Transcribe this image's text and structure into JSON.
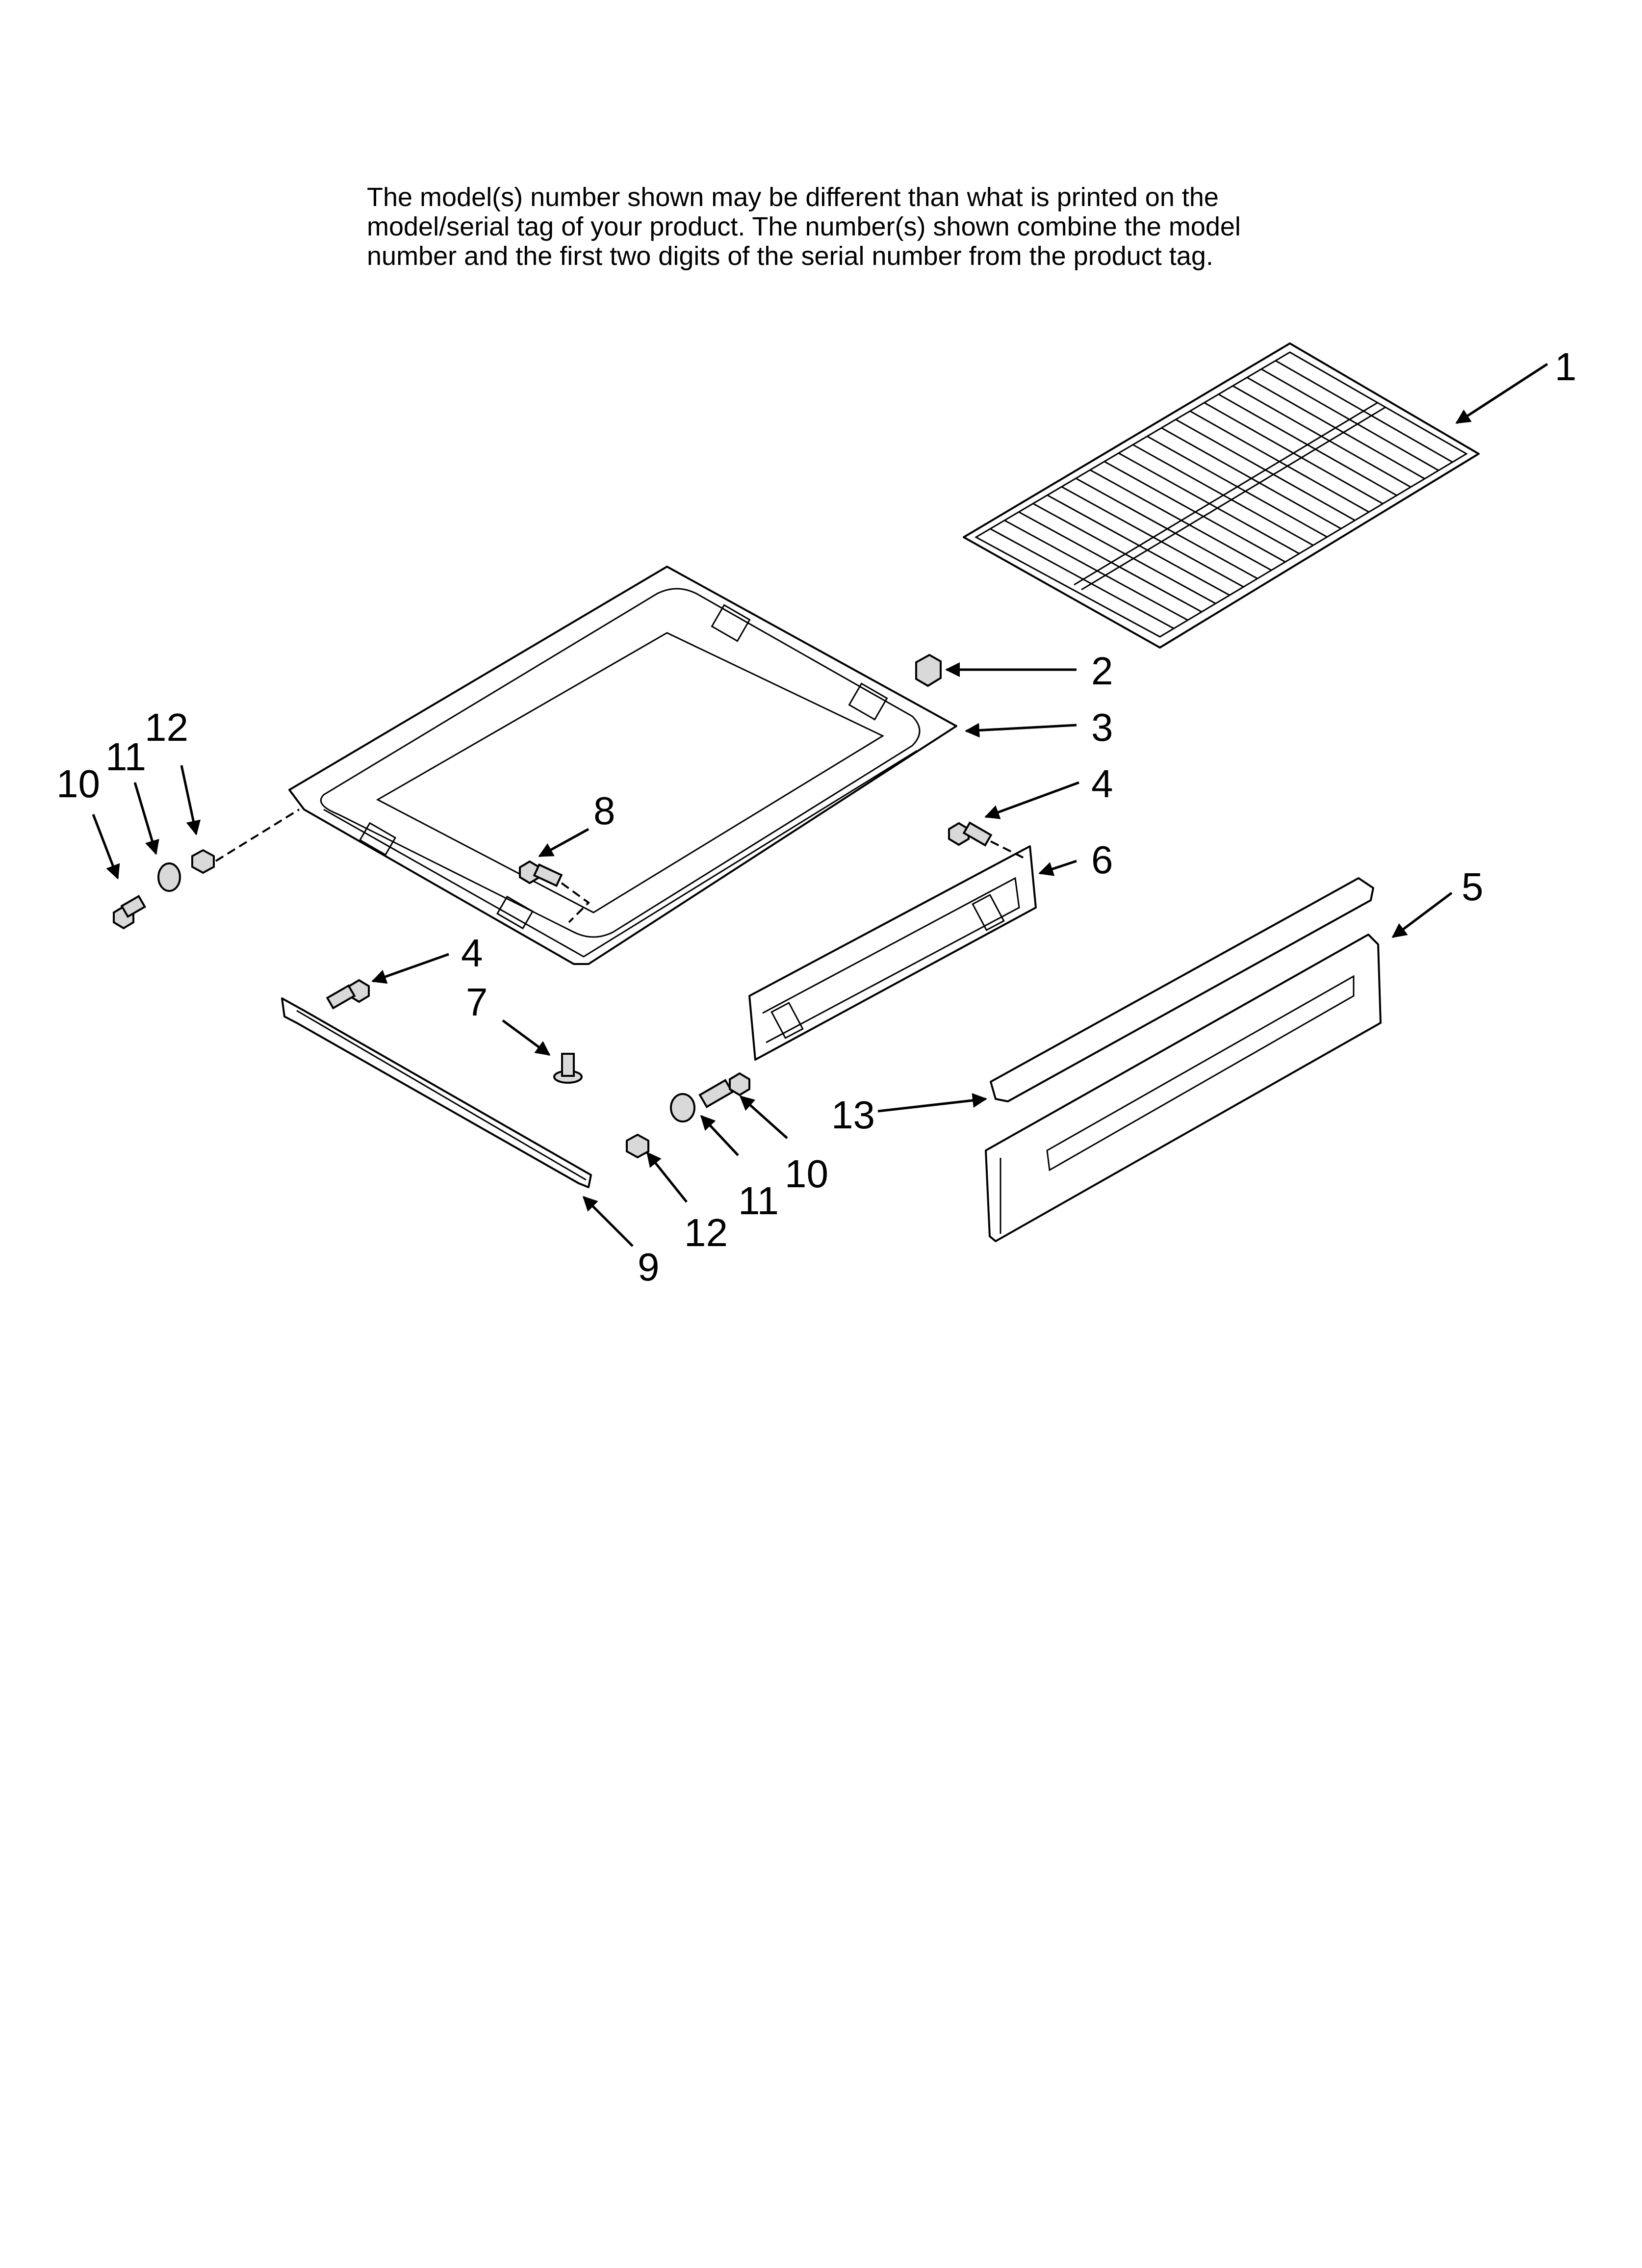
{
  "note": {
    "lines": [
      "The model(s) number shown may be different than what is printed on the",
      "model/serial tag of your product. The number(s) shown combine the model",
      "number and the first two digits of the serial number from the product tag."
    ]
  },
  "callouts": {
    "c1": "1",
    "c2": "2",
    "c3": "3",
    "c4a": "4",
    "c4b": "4",
    "c5": "5",
    "c6": "6",
    "c7": "7",
    "c8": "8",
    "c9": "9",
    "c10a": "10",
    "c10b": "10",
    "c11a": "11",
    "c11b": "11",
    "c12a": "12",
    "c12b": "12",
    "c13": "13"
  }
}
